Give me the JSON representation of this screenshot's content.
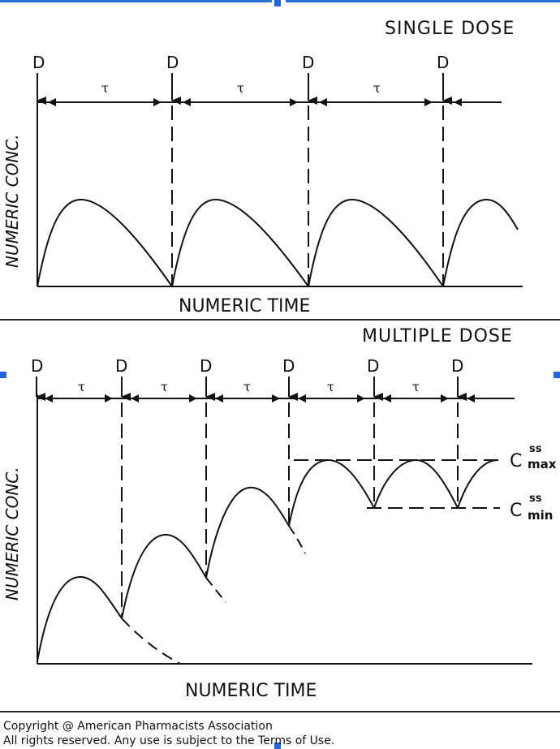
{
  "single_dose": {
    "title": "SINGLE DOSE",
    "y_label": "NUMERIC CONC.",
    "x_label": "NUMERIC TIME",
    "dose_label": "D",
    "interval_label": "τ",
    "dose_count": 4
  },
  "multiple_dose": {
    "title": "MULTIPLE DOSE",
    "y_label": "NUMERIC CONC.",
    "x_label": "NUMERIC TIME",
    "dose_label": "D",
    "interval_label": "τ",
    "dose_count": 6,
    "c_symbol": "C",
    "c_max_superscript": "ss",
    "c_max_subscript": "max",
    "c_min_superscript": "ss",
    "c_min_subscript": "min"
  },
  "footer": {
    "line1": "Copyright @ American Pharmacists Association",
    "line2": "All rights reserved. Any use is subject to the Terms of Use."
  },
  "colors": {
    "ink": "#111111",
    "frame": "#2a6fd6"
  }
}
